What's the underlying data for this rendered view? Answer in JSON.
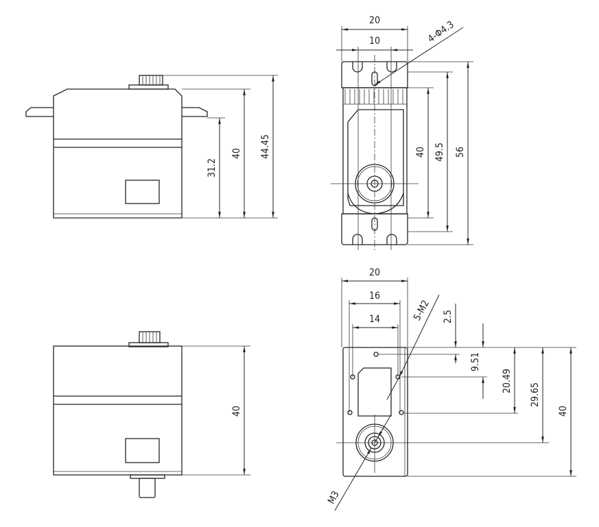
{
  "views": {
    "side": {
      "dims": {
        "h1": "31.2",
        "h2": "40",
        "h3": "44.45"
      }
    },
    "top": {
      "dims": {
        "w_outer": "20",
        "w_inner": "10",
        "h_body": "40",
        "h_holes": "49.5",
        "h_total": "56"
      },
      "callout": "4-Φ4.3"
    },
    "front": {
      "dims": {
        "h": "40"
      }
    },
    "bottom": {
      "dims": {
        "w_outer": "20",
        "w_mid": "16",
        "w_inner": "14",
        "d1": "2.5",
        "d2": "9.51",
        "d3": "20.49",
        "d4": "29.65",
        "d5": "40"
      },
      "callout_holes": "5-M2",
      "callout_shaft": "M3"
    }
  },
  "colors": {
    "line": "#222222",
    "background": "#ffffff"
  }
}
